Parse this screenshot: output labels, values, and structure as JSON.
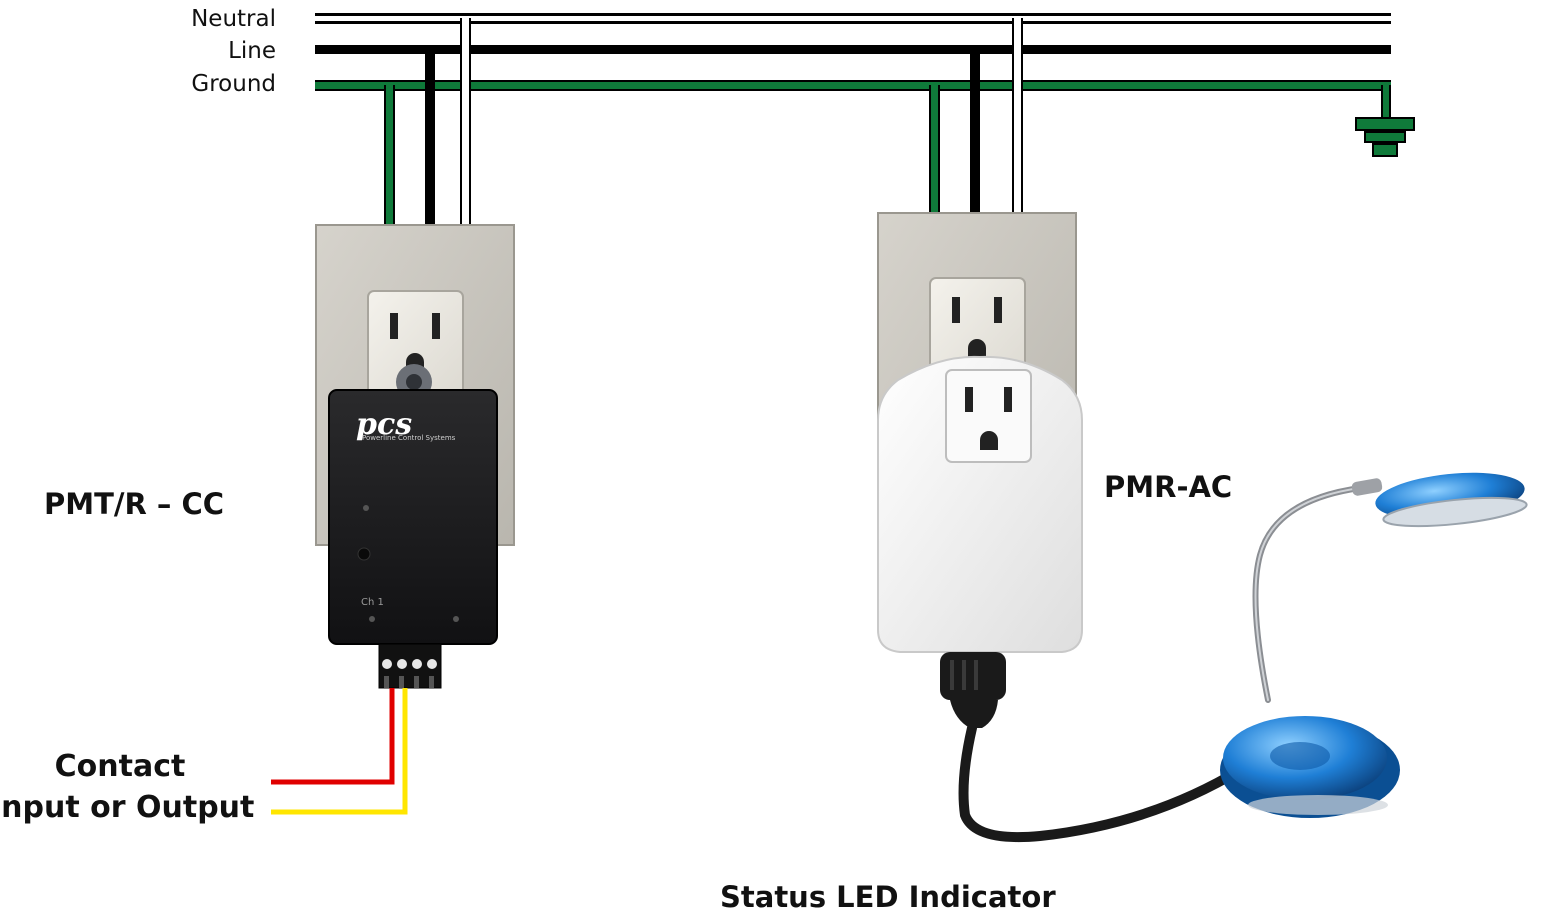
{
  "bus_labels": {
    "neutral": "Neutral",
    "line": "Line",
    "ground": "Ground"
  },
  "devices": {
    "left": {
      "name": "PMT/R – CC",
      "logo": "pcs",
      "logo_tagline": "Powerline Control Systems",
      "channel_label": "Ch 1"
    },
    "right": {
      "name": "PMR-AC"
    }
  },
  "contact": {
    "line1": "Contact",
    "line2": "Input or Output"
  },
  "status_caption": "Status LED Indicator",
  "colors": {
    "ground_wire": "#0f7a3a",
    "line_wire": "#000000",
    "neutral_wire": "#ffffff",
    "contact_red": "#e00000",
    "contact_yellow": "#ffe600",
    "wallplate": "#c9c6bf",
    "module_black": "#1c1c1e",
    "module_white": "#f3f3f1",
    "lamp_blue": "#1f7fd6"
  },
  "icons": {
    "earth_ground": "earth-ground-icon",
    "outlet": "outlet-icon",
    "lamp": "desk-lamp-icon"
  }
}
